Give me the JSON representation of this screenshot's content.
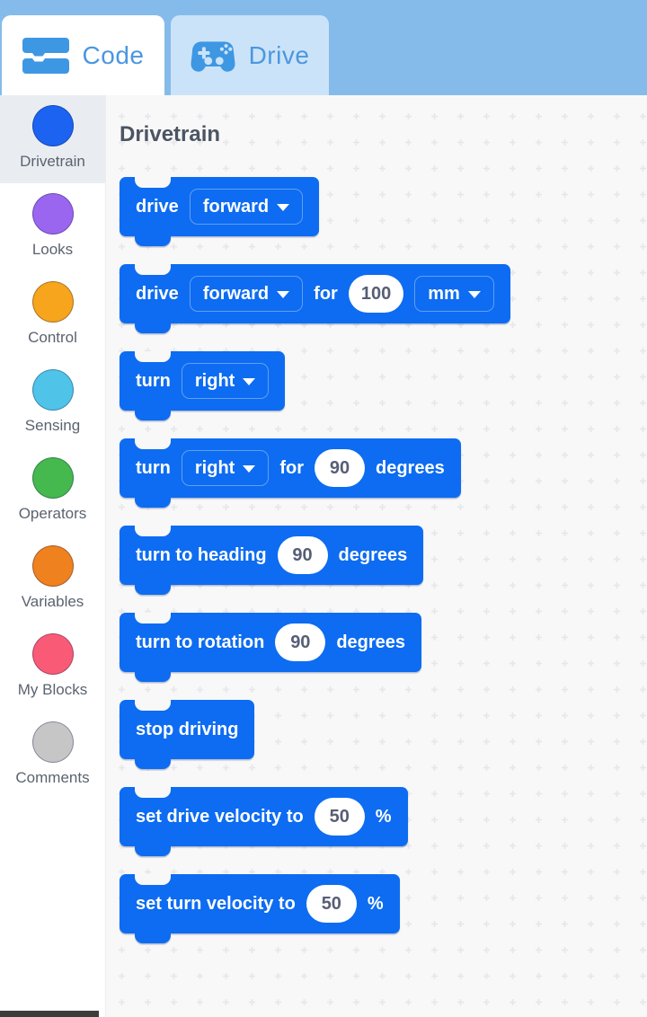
{
  "header": {
    "tabs": [
      {
        "label": "Code",
        "icon": "code-blocks-icon",
        "active": true
      },
      {
        "label": "Drive",
        "icon": "gamepad-icon",
        "active": false
      }
    ]
  },
  "sidebar": {
    "items": [
      {
        "label": "Drivetrain",
        "color": "#1c63f2",
        "selected": true
      },
      {
        "label": "Looks",
        "color": "#9a66f0",
        "selected": false
      },
      {
        "label": "Control",
        "color": "#f7a51c",
        "selected": false
      },
      {
        "label": "Sensing",
        "color": "#4fc3e8",
        "selected": false
      },
      {
        "label": "Operators",
        "color": "#45b84e",
        "selected": false
      },
      {
        "label": "Variables",
        "color": "#f0811f",
        "selected": false
      },
      {
        "label": "My Blocks",
        "color": "#f95b77",
        "selected": false
      },
      {
        "label": "Comments",
        "color": "#c6c6c6",
        "selected": false
      }
    ]
  },
  "workspace": {
    "heading": "Drivetrain",
    "blocks": [
      {
        "id": "drive",
        "parts": [
          {
            "type": "label",
            "v": "drive"
          },
          {
            "type": "dropdown",
            "v": "forward"
          }
        ]
      },
      {
        "id": "drive-for",
        "parts": [
          {
            "type": "label",
            "v": "drive"
          },
          {
            "type": "dropdown",
            "v": "forward"
          },
          {
            "type": "label",
            "v": "for"
          },
          {
            "type": "input",
            "v": "100"
          },
          {
            "type": "dropdown",
            "v": "mm"
          }
        ]
      },
      {
        "id": "turn",
        "parts": [
          {
            "type": "label",
            "v": "turn"
          },
          {
            "type": "dropdown",
            "v": "right"
          }
        ]
      },
      {
        "id": "turn-for",
        "parts": [
          {
            "type": "label",
            "v": "turn"
          },
          {
            "type": "dropdown",
            "v": "right"
          },
          {
            "type": "label",
            "v": "for"
          },
          {
            "type": "input",
            "v": "90"
          },
          {
            "type": "label",
            "v": "degrees"
          }
        ]
      },
      {
        "id": "turn-to-heading",
        "parts": [
          {
            "type": "label",
            "v": "turn to heading"
          },
          {
            "type": "input",
            "v": "90"
          },
          {
            "type": "label",
            "v": "degrees"
          }
        ]
      },
      {
        "id": "turn-to-rotation",
        "parts": [
          {
            "type": "label",
            "v": "turn to rotation"
          },
          {
            "type": "input",
            "v": "90"
          },
          {
            "type": "label",
            "v": "degrees"
          }
        ]
      },
      {
        "id": "stop-driving",
        "parts": [
          {
            "type": "label",
            "v": "stop driving"
          }
        ]
      },
      {
        "id": "set-drive-velocity",
        "parts": [
          {
            "type": "label",
            "v": "set drive velocity to"
          },
          {
            "type": "input",
            "v": "50"
          },
          {
            "type": "label",
            "v": "%"
          }
        ]
      },
      {
        "id": "set-turn-velocity",
        "parts": [
          {
            "type": "label",
            "v": "set turn velocity to"
          },
          {
            "type": "input",
            "v": "50"
          },
          {
            "type": "label",
            "v": "%"
          }
        ]
      }
    ]
  },
  "colors": {
    "header_bg": "#85bbea",
    "active_tab_bg": "#ffffff",
    "inactive_tab_bg": "#cbe3f8",
    "tab_text": "#4a97df",
    "tab_icon": "#3e97e3",
    "block_blue": "#0d6cf1",
    "workspace_bg": "#f8f8f9",
    "grid_dot": "#e7e7ea",
    "selected_item_bg": "#e9edf1",
    "sidebar_label": "#5b6370",
    "heading_text": "#4b5563",
    "input_text": "#575e75"
  }
}
